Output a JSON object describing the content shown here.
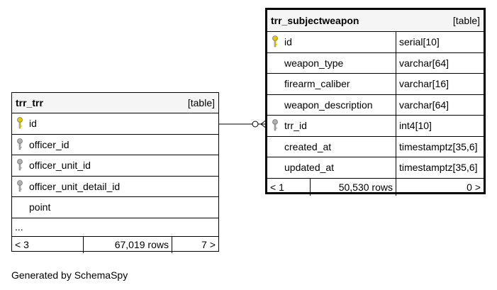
{
  "caption": "Generated by SchemaSpy",
  "colors": {
    "pk_key": "#e8c800",
    "fk_key": "#b0b0b0",
    "header_bg": "#f5f5f5"
  },
  "trr_trr": {
    "name": "trr_trr",
    "kind": "[table]",
    "columns": [
      {
        "name": "id",
        "key": "primary-key-icon"
      },
      {
        "name": "officer_id",
        "key": "foreign-key-icon"
      },
      {
        "name": "officer_unit_id",
        "key": "foreign-key-icon"
      },
      {
        "name": "officer_unit_detail_id",
        "key": "foreign-key-icon"
      },
      {
        "name": "point",
        "key": ""
      }
    ],
    "ellipsis": "...",
    "footer": {
      "parents": "< 3",
      "rows": "67,019 rows",
      "children": "7 >"
    }
  },
  "trr_subjectweapon": {
    "name": "trr_subjectweapon",
    "kind": "[table]",
    "columns": [
      {
        "name": "id",
        "type": "serial[10]",
        "key": "primary-key-icon"
      },
      {
        "name": "weapon_type",
        "type": "varchar[64]",
        "key": ""
      },
      {
        "name": "firearm_caliber",
        "type": "varchar[16]",
        "key": ""
      },
      {
        "name": "weapon_description",
        "type": "varchar[64]",
        "key": ""
      },
      {
        "name": "trr_id",
        "type": "int4[10]",
        "key": "foreign-key-icon"
      },
      {
        "name": "created_at",
        "type": "timestamptz[35,6]",
        "key": ""
      },
      {
        "name": "updated_at",
        "type": "timestamptz[35,6]",
        "key": ""
      }
    ],
    "footer": {
      "parents": "< 1",
      "rows": "50,530 rows",
      "children": "0 >"
    }
  }
}
